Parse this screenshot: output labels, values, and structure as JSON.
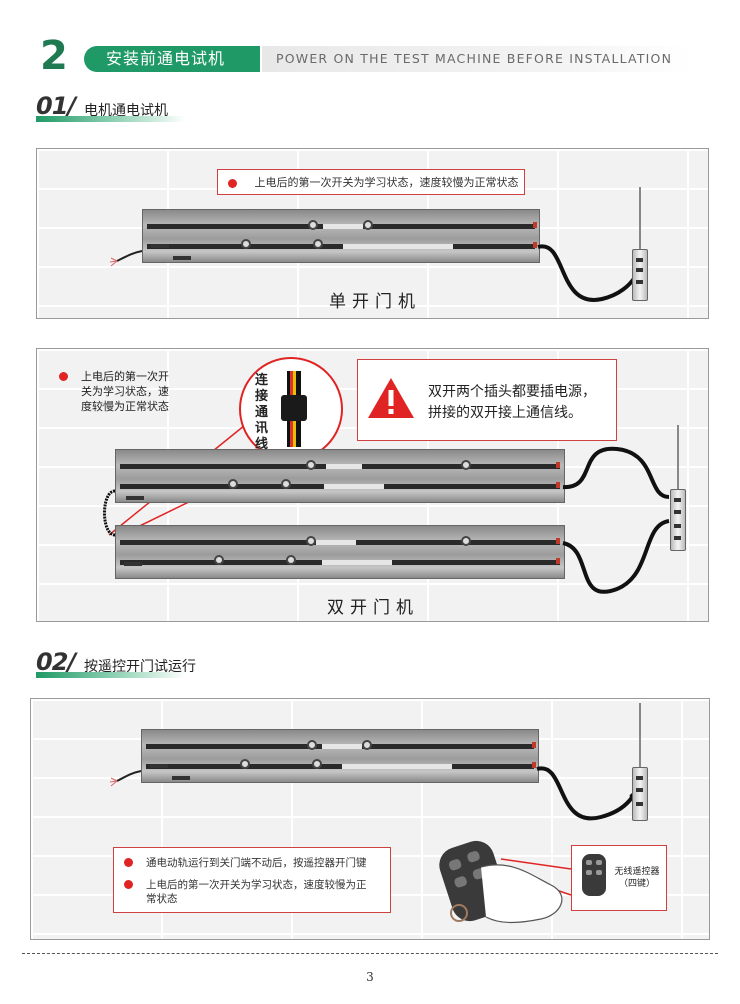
{
  "header": {
    "section_number": "2",
    "section_title": "安装前通电试机",
    "section_title_en": "POWER ON THE TEST MACHINE BEFORE INSTALLATION"
  },
  "sub1": {
    "number": "01/",
    "title": "电机通电试机"
  },
  "sub2": {
    "number": "02/",
    "title": "按遥控开门试运行"
  },
  "panel1": {
    "note": "上电后的第一次开关为学习状态，速度较慢为正常状态",
    "caption": "单开门机"
  },
  "panel2": {
    "note": "上电后的第一次开关为学习状态，速度较慢为正常状态",
    "connector_label": "连接通讯线",
    "warning": "双开两个插头都要插电源，拼接的双开接上通信线。",
    "warning_icon": "warning-triangle-icon",
    "caption": "双开门机"
  },
  "panel3": {
    "notes": [
      "通电动轨运行到关门端不动后，按遥控器开门键",
      "上电后的第一次开关为学习状态，速度较慢为正常状态"
    ],
    "remote_label": "无线遥控器（四键）"
  },
  "footer": {
    "page_number": "3"
  },
  "colors": {
    "brand_green": "#1f9a66",
    "accent_red": "#e02424"
  }
}
